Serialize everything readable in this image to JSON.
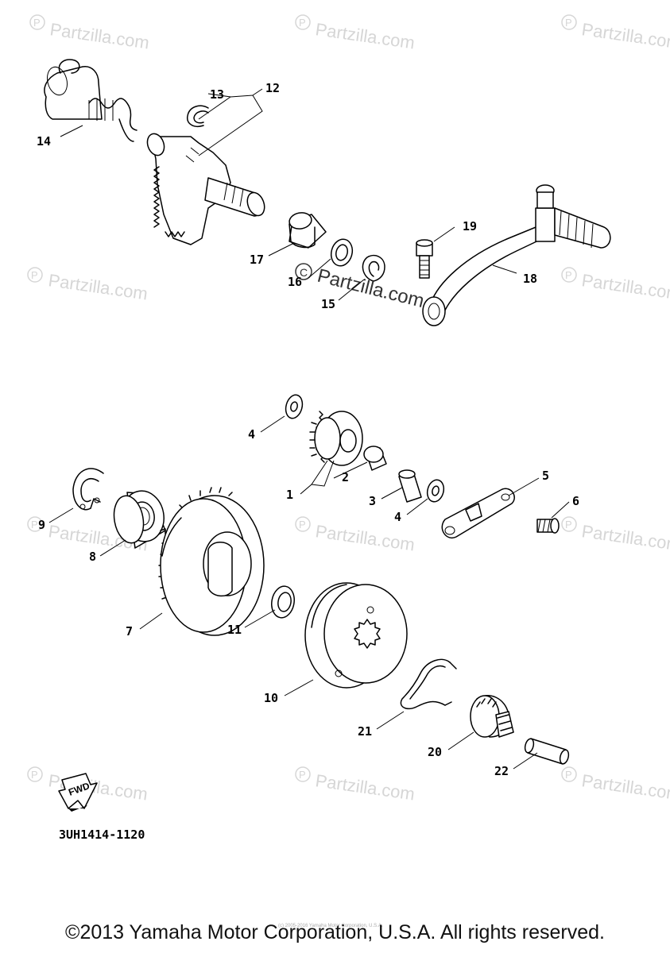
{
  "watermark": {
    "text": "Partzilla.com",
    "main_text": "Partzilla.com"
  },
  "callouts": {
    "c1": "1",
    "c2": "2",
    "c3": "3",
    "c4a": "4",
    "c4b": "4",
    "c5": "5",
    "c6": "6",
    "c7": "7",
    "c8": "8",
    "c9": "9",
    "c10": "10",
    "c11": "11",
    "c12": "12",
    "c13": "13",
    "c14": "14",
    "c15": "15",
    "c16": "16",
    "c17": "17",
    "c18": "18",
    "c19": "19",
    "c20": "20",
    "c21": "21",
    "c22": "22"
  },
  "fwd_label": "FWD",
  "diagram_code": "3UH1414-1120",
  "copyright": "©2013 Yamaha Motor Corporation, U.S.A. All rights reserved.",
  "fineprint": "(c) 2005-2016 Yamaha Motor Corporation, U.S.A."
}
